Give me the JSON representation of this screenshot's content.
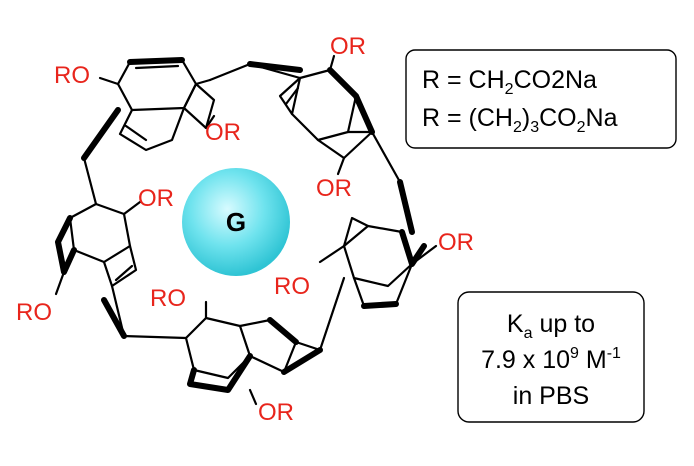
{
  "guest": {
    "label": "G",
    "color": "#5fdbe8"
  },
  "substituents": [
    "RO",
    "OR",
    "OR",
    "OR",
    "OR",
    "OR",
    "RO",
    "RO",
    "RO",
    "OR"
  ],
  "substituent_color": "#e8251c",
  "r_box": {
    "line1": {
      "prefix": "R = CH",
      "sub": "2",
      "suffix": "CO2Na"
    },
    "line2": {
      "prefix": "R = (CH",
      "sub1": "2",
      "mid1": ")",
      "sub2": "3",
      "mid2": "CO",
      "sub3": "2",
      "suffix": "Na"
    }
  },
  "ka_box": {
    "line1": {
      "prefix": "K",
      "sub": "a",
      "suffix": " up to"
    },
    "line2": {
      "prefix": "7.9 x 10",
      "sup1": "9",
      "mid": " M",
      "sup2": "-1"
    },
    "line3": "in PBS"
  }
}
